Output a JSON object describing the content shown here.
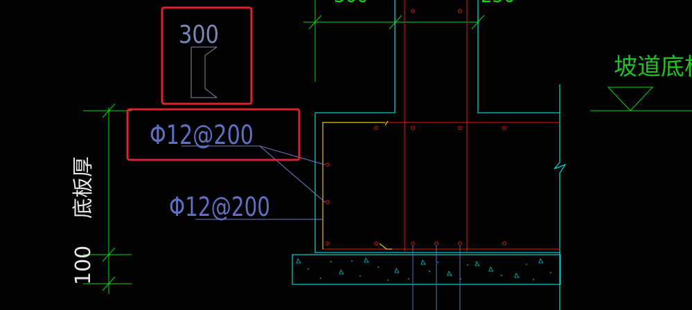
{
  "colors": {
    "background": "#000000",
    "highlight_box": "#e0202a",
    "dimension": "#00e000",
    "concrete_edge": "#00d0d0",
    "rebar_main": "#e01818",
    "rebar_vertical": "#5a78c8",
    "leader": "#7080c8",
    "annotation_text": "#6070c0",
    "ramp_text": "#22c022",
    "stirrup_hook": "#d8d000",
    "hatch": "#00c8c8"
  },
  "annotations": {
    "hook_length": "300",
    "rebar_spec_upper": "Φ12@200",
    "rebar_spec_lower": "Φ12@200",
    "slab_thickness_label": "底板厚",
    "cushion_thickness": "100",
    "ramp_floor_label": "坡道底板面"
  }
}
